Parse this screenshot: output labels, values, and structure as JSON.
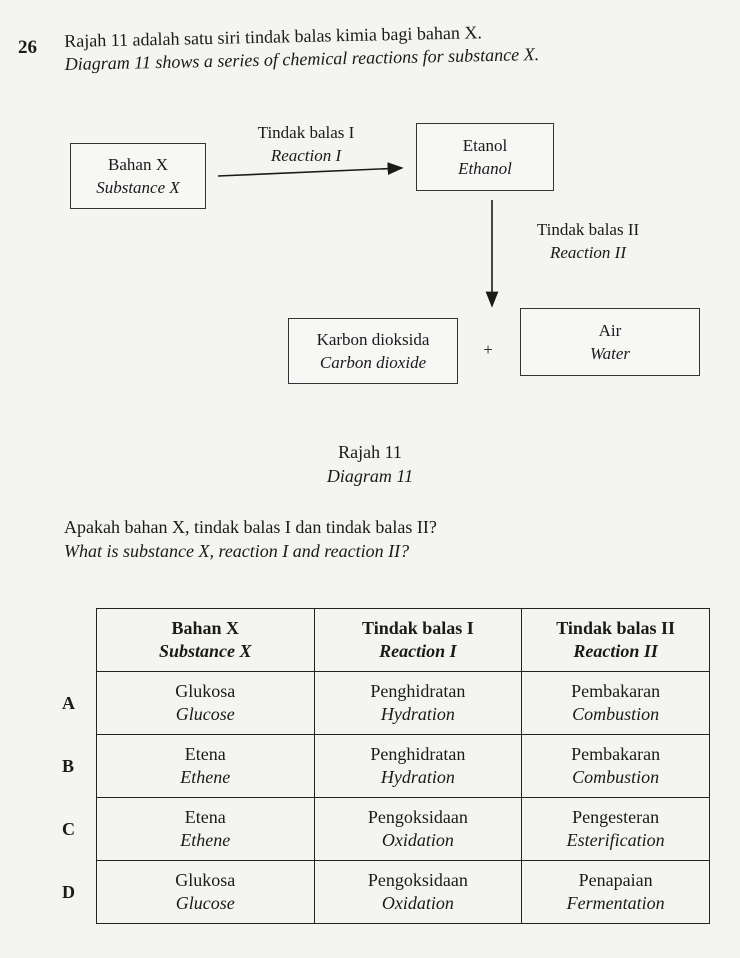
{
  "question": {
    "number": "26",
    "line_ms": "Rajah 11 adalah satu siri tindak balas kimia bagi bahan X.",
    "line_en": "Diagram 11 shows a series of chemical reactions for substance X."
  },
  "diagram": {
    "box_x": {
      "ms": "Bahan X",
      "en": "Substance X"
    },
    "reaction1": {
      "ms": "Tindak balas I",
      "en": "Reaction I"
    },
    "box_ethanol": {
      "ms": "Etanol",
      "en": "Ethanol"
    },
    "reaction2": {
      "ms": "Tindak balas II",
      "en": "Reaction II"
    },
    "box_co2": {
      "ms": "Karbon dioksida",
      "en": "Carbon dioxide"
    },
    "plus": "+",
    "box_water": {
      "ms": "Air",
      "en": "Water"
    }
  },
  "caption": {
    "ms": "Rajah 11",
    "en": "Diagram 11"
  },
  "ask": {
    "ms": "Apakah bahan X, tindak balas I dan tindak balas II?",
    "en": "What is substance X, reaction I and reaction II?"
  },
  "table": {
    "headers": [
      {
        "ms": "Bahan X",
        "en": "Substance X"
      },
      {
        "ms": "Tindak balas I",
        "en": "Reaction I"
      },
      {
        "ms": "Tindak balas II",
        "en": "Reaction II"
      }
    ],
    "rows": [
      {
        "letter": "A",
        "cells": [
          {
            "ms": "Glukosa",
            "en": "Glucose"
          },
          {
            "ms": "Penghidratan",
            "en": "Hydration"
          },
          {
            "ms": "Pembakaran",
            "en": "Combustion"
          }
        ]
      },
      {
        "letter": "B",
        "cells": [
          {
            "ms": "Etena",
            "en": "Ethene"
          },
          {
            "ms": "Penghidratan",
            "en": "Hydration"
          },
          {
            "ms": "Pembakaran",
            "en": "Combustion"
          }
        ]
      },
      {
        "letter": "C",
        "cells": [
          {
            "ms": "Etena",
            "en": "Ethene"
          },
          {
            "ms": "Pengoksidaan",
            "en": "Oxidation"
          },
          {
            "ms": "Pengesteran",
            "en": "Esterification"
          }
        ]
      },
      {
        "letter": "D",
        "cells": [
          {
            "ms": "Glukosa",
            "en": "Glucose"
          },
          {
            "ms": "Pengoksidaan",
            "en": "Oxidation"
          },
          {
            "ms": "Penapaian",
            "en": "Fermentation"
          }
        ]
      }
    ]
  }
}
